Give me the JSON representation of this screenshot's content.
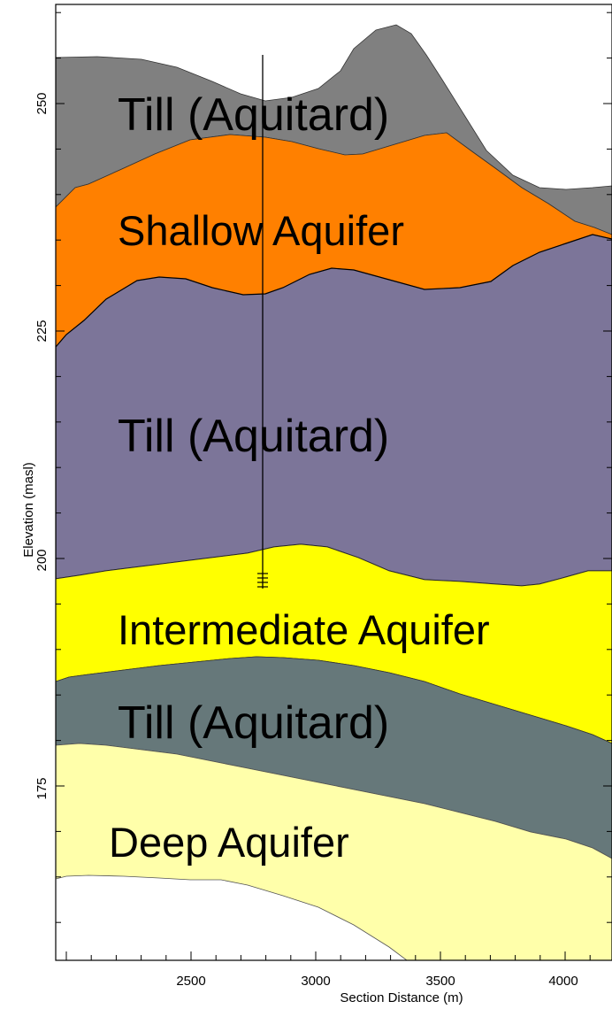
{
  "figure": {
    "xlabel": "Section Distance (m)",
    "ylabel": "Elevation (masl)"
  },
  "x_axis": {
    "ticks": [
      "2500",
      "3000",
      "3500",
      "4000"
    ]
  },
  "y_axis": {
    "ticks": [
      "250",
      "225",
      "200",
      "175"
    ]
  },
  "units": [
    {
      "key": "upper_till",
      "label": "Till (Aquitard)",
      "color": "#808080"
    },
    {
      "key": "shallow_aquifer",
      "label": "Shallow Aquifer",
      "color": "#ff8000"
    },
    {
      "key": "middle_till",
      "label": "Till (Aquitard)",
      "color": "#7c7599"
    },
    {
      "key": "intermediate_aquifer",
      "label": "Intermediate Aquifer",
      "color": "#ffff00"
    },
    {
      "key": "lower_till",
      "label": "Till (Aquitard)",
      "color": "#66787a"
    },
    {
      "key": "deep_aquifer",
      "label": "Deep Aquifer",
      "color": "#ffffaa"
    }
  ],
  "colors": {
    "background": "#ffffff",
    "boundary": "#000000",
    "well": "#000000"
  }
}
